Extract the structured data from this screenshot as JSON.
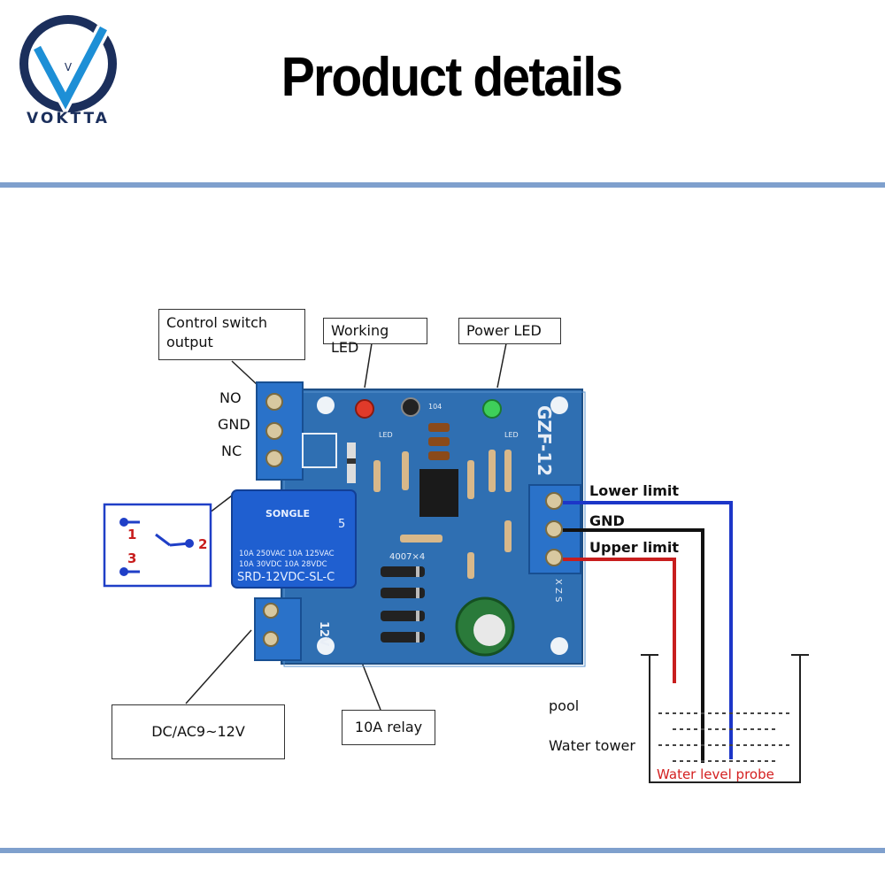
{
  "brand": {
    "name": "VOKTTA",
    "logo_letter": "V"
  },
  "header": {
    "title": "Product details"
  },
  "diagram": {
    "callouts": {
      "control_switch": "Control switch output",
      "working_led": "Working LED",
      "power_led": "Power LED",
      "power_input": "DC/AC9~12V",
      "relay": "10A relay"
    },
    "output_terminals": [
      "NO",
      "GND",
      "NC"
    ],
    "probe_terminals": [
      "Lower limit",
      "GND",
      "Upper limit"
    ],
    "switch_pins": [
      "1",
      "2",
      "3"
    ],
    "board": {
      "model": "GZF-12",
      "led_label": "LED",
      "power_terminal": "12V",
      "diode_label": "4007×4",
      "chip_label": "104",
      "side_letters": "X Z S",
      "relay": {
        "brand": "SONGLE",
        "line1": "10A 250VAC  10A 125VAC",
        "line2": "10A  30VDC  10A  28VDC",
        "model": "SRD-12VDC-SL-C",
        "mark": "5"
      }
    },
    "tank": {
      "pool": "pool",
      "tower": "Water tower",
      "probe": "Water level probe"
    }
  },
  "colors": {
    "accent_rule": "#7fa0cd",
    "board": "#2f6fb2",
    "relay": "#1f5fd0",
    "terminal": "#2a72c9",
    "lower_wire": "#1c36c8",
    "gnd_wire": "#111111",
    "upper_wire": "#c81e1e",
    "probe_text": "#d42020"
  }
}
